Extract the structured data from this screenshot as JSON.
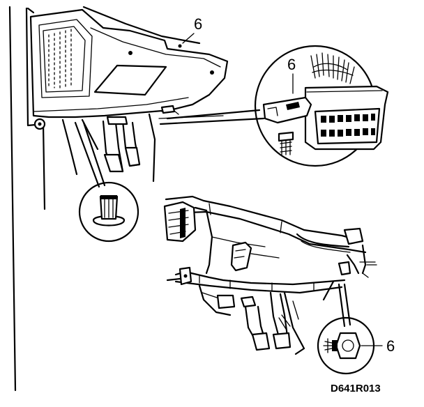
{
  "callouts": {
    "top_panel": "6",
    "connector_detail": "6",
    "screw_detail": "6"
  },
  "drawing_code": "D641R013"
}
